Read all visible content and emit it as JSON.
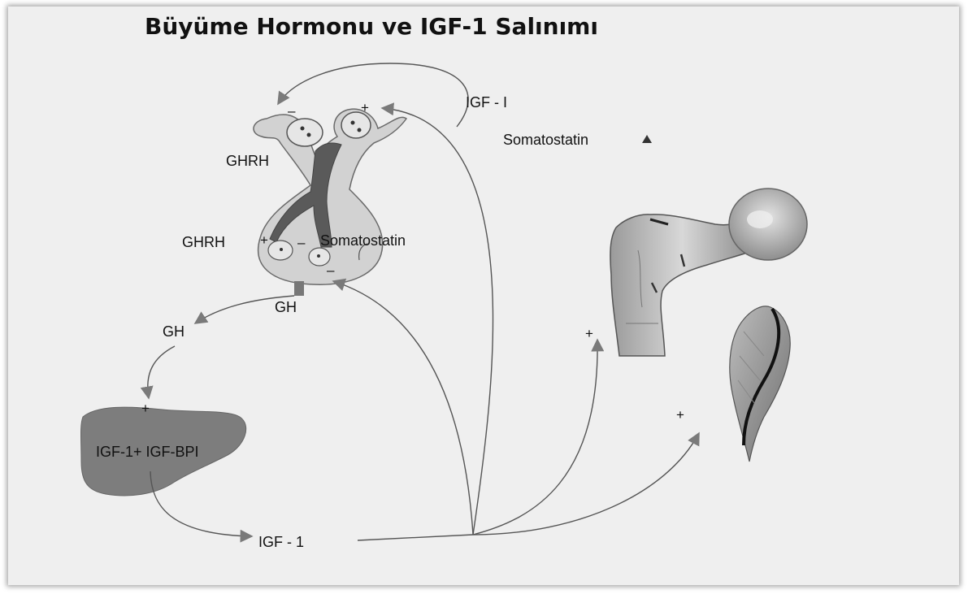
{
  "title": "Büyüme Hormonu ve IGF-1 Salınımı",
  "labels": {
    "igf_top": "IGF - I",
    "somatostatin_top": "Somatostatin",
    "ghrh_upper": "GHRH",
    "ghrh_lower": "GHRH",
    "somatostatin_mid": "Somatostatin",
    "gh_pituitary": "GH",
    "gh_left": "GH",
    "liver_text": "IGF-1+ IGF-BPI",
    "igf_bottom": "IGF - 1"
  },
  "signs": {
    "minus_top": "–",
    "plus_top": "+",
    "plus_ghrh": "+",
    "minus_soma": "–",
    "minus_pit": "–",
    "plus_liver": "+",
    "plus_bone": "+",
    "plus_muscle": "+"
  },
  "colors": {
    "background": "#efefef",
    "line": "#555555",
    "arrowhead": "#7a7a7a",
    "organ_light": "#d2d2d2",
    "organ_dark": "#5a5a5a",
    "liver": "#7d7d7d"
  }
}
